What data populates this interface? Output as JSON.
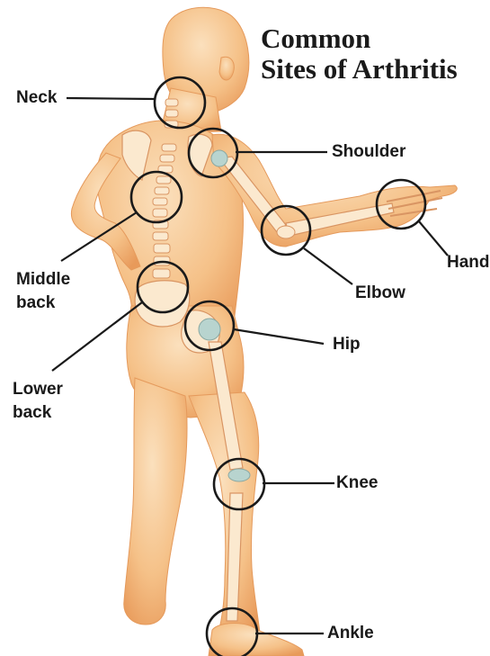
{
  "title": {
    "line1": "Common",
    "line2": "Sites of Arthritis"
  },
  "labels": {
    "neck": "Neck",
    "shoulder": "Shoulder",
    "hand": "Hand",
    "middle_back_1": "Middle",
    "middle_back_2": "back",
    "elbow": "Elbow",
    "hip": "Hip",
    "lower_back_1": "Lower",
    "lower_back_2": "back",
    "knee": "Knee",
    "ankle": "Ankle"
  },
  "colors": {
    "skin": "#f6c890",
    "skin_shade": "#eba568",
    "bone": "#fbe9cf",
    "joint_cartilage": "#b8d4cf",
    "ring": "#1a1a1a",
    "text": "#1a1a1a"
  }
}
